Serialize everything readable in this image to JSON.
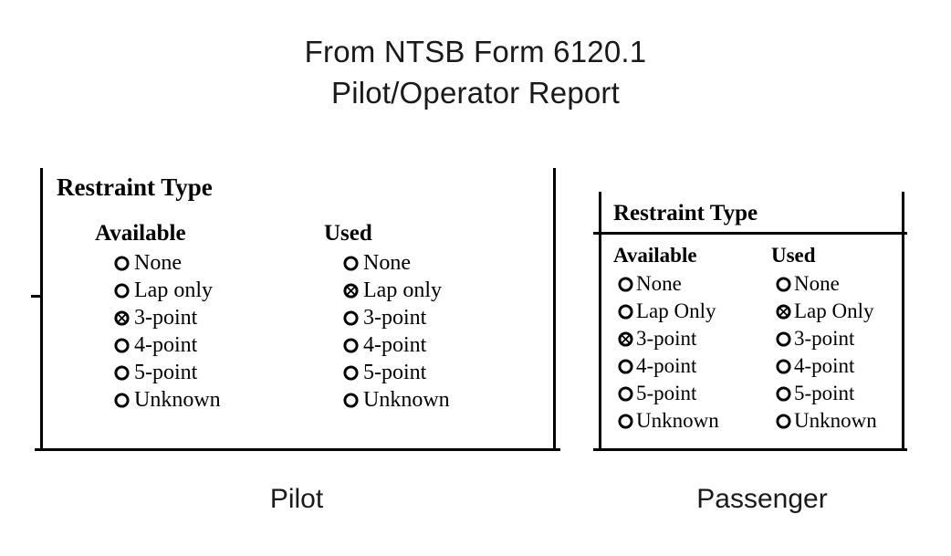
{
  "title": {
    "line1": "From NTSB Form 6120.1",
    "line2": "Pilot/Operator Report"
  },
  "colors": {
    "ink": "#000000",
    "text": "#1a1a1a",
    "background": "#ffffff"
  },
  "marks": {
    "unchecked": "empty-circle",
    "checked": "crossed-circle"
  },
  "panels": {
    "pilot": {
      "caption": "Pilot",
      "section_title": "Restraint Type",
      "columns": {
        "available": {
          "heading": "Available",
          "options": [
            {
              "label": "None",
              "checked": false
            },
            {
              "label": "Lap only",
              "checked": false
            },
            {
              "label": "3-point",
              "checked": true
            },
            {
              "label": "4-point",
              "checked": false
            },
            {
              "label": "5-point",
              "checked": false
            },
            {
              "label": "Unknown",
              "checked": false
            }
          ]
        },
        "used": {
          "heading": "Used",
          "options": [
            {
              "label": "None",
              "checked": false
            },
            {
              "label": "Lap only",
              "checked": true
            },
            {
              "label": "3-point",
              "checked": false
            },
            {
              "label": "4-point",
              "checked": false
            },
            {
              "label": "5-point",
              "checked": false
            },
            {
              "label": "Unknown",
              "checked": false
            }
          ]
        }
      }
    },
    "passenger": {
      "caption": "Passenger",
      "section_title": "Restraint Type",
      "columns": {
        "available": {
          "heading": "Available",
          "options": [
            {
              "label": "None",
              "checked": false
            },
            {
              "label": "Lap Only",
              "checked": false
            },
            {
              "label": "3-point",
              "checked": true
            },
            {
              "label": "4-point",
              "checked": false
            },
            {
              "label": "5-point",
              "checked": false
            },
            {
              "label": "Unknown",
              "checked": false
            }
          ]
        },
        "used": {
          "heading": "Used",
          "options": [
            {
              "label": "None",
              "checked": false
            },
            {
              "label": "Lap Only",
              "checked": true
            },
            {
              "label": "3-point",
              "checked": false
            },
            {
              "label": "4-point",
              "checked": false
            },
            {
              "label": "5-point",
              "checked": false
            },
            {
              "label": "Unknown",
              "checked": false
            }
          ]
        }
      }
    }
  }
}
